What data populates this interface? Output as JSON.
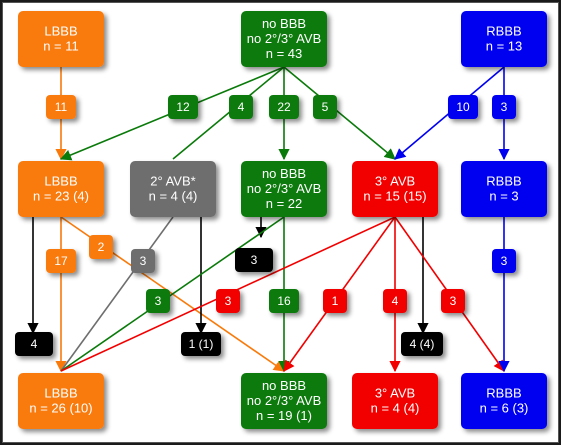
{
  "colors": {
    "orange": "#f97a0a",
    "green": "#0a7a0a",
    "gray": "#6e6e6e",
    "red": "#f20000",
    "blue": "#0000f0",
    "black": "#000000"
  },
  "nodes": [
    {
      "id": "lbbb-top",
      "lines": [
        "LBBB",
        "n = 11"
      ],
      "color": "orange"
    },
    {
      "id": "nobbb-top",
      "lines": [
        "no BBB",
        "no 2°/3° AVB",
        "n = 43"
      ],
      "color": "green"
    },
    {
      "id": "rbbb-top",
      "lines": [
        "RBBB",
        "n = 13"
      ],
      "color": "blue"
    },
    {
      "id": "lbbb-mid",
      "lines": [
        "LBBB",
        "n = 23 (4)"
      ],
      "color": "orange"
    },
    {
      "id": "avb2-mid",
      "lines": [
        "2° AVB*",
        "n = 4 (4)"
      ],
      "color": "gray"
    },
    {
      "id": "nobbb-mid",
      "lines": [
        "no BBB",
        "no 2°/3° AVB",
        "n = 22"
      ],
      "color": "green"
    },
    {
      "id": "avb3-mid",
      "lines": [
        "3° AVB",
        "n = 15 (15)"
      ],
      "color": "red"
    },
    {
      "id": "rbbb-mid",
      "lines": [
        "RBBB",
        "n = 3"
      ],
      "color": "blue"
    },
    {
      "id": "lbbb-bot",
      "lines": [
        "LBBB",
        "n = 26 (10)"
      ],
      "color": "orange"
    },
    {
      "id": "nobbb-bot",
      "lines": [
        "no BBB",
        "no 2°/3° AVB",
        "n = 19 (1)"
      ],
      "color": "green"
    },
    {
      "id": "avb3-bot",
      "lines": [
        "3° AVB",
        "n = 4 (4)"
      ],
      "color": "red"
    },
    {
      "id": "rbbb-bot",
      "lines": [
        "RBBB",
        "n = 6 (3)"
      ],
      "color": "blue"
    }
  ],
  "edges": [
    {
      "id": "e-lbbb-top-lbbb-mid",
      "label": "11",
      "color": "orange"
    },
    {
      "id": "e-nobbb-top-lbbb-mid",
      "label": "12",
      "color": "green"
    },
    {
      "id": "e-nobbb-top-avb2-mid",
      "label": "4",
      "color": "green"
    },
    {
      "id": "e-nobbb-top-nobbb-mid",
      "label": "22",
      "color": "green"
    },
    {
      "id": "e-nobbb-top-avb3-mid",
      "label": "5",
      "color": "green"
    },
    {
      "id": "e-rbbb-top-avb3-mid",
      "label": "10",
      "color": "blue"
    },
    {
      "id": "e-rbbb-top-rbbb-mid",
      "label": "3",
      "color": "blue"
    },
    {
      "id": "e-lbbb-mid-lbbb-bot",
      "label": "17",
      "color": "orange"
    },
    {
      "id": "e-lbbb-mid-nobbb-bot",
      "label": "2",
      "color": "orange"
    },
    {
      "id": "e-lbbb-mid-death",
      "label": "4",
      "color": "black"
    },
    {
      "id": "e-avb2-mid-lbbb-bot",
      "label": "3",
      "color": "gray"
    },
    {
      "id": "e-avb2-mid-death",
      "label": "1 (1)",
      "color": "black"
    },
    {
      "id": "e-nobbb-mid-death",
      "label": "3",
      "color": "black"
    },
    {
      "id": "e-nobbb-mid-lbbb-bot",
      "label": "3",
      "color": "green"
    },
    {
      "id": "e-nobbb-mid-nobbb-bot",
      "label": "16",
      "color": "green"
    },
    {
      "id": "e-avb3-mid-lbbb-bot",
      "label": "3",
      "color": "red"
    },
    {
      "id": "e-avb3-mid-nobbb-bot",
      "label": "1",
      "color": "red"
    },
    {
      "id": "e-avb3-mid-avb3-bot",
      "label": "4",
      "color": "red"
    },
    {
      "id": "e-avb3-mid-death",
      "label": "4 (4)",
      "color": "black"
    },
    {
      "id": "e-avb3-mid-rbbb-bot",
      "label": "3",
      "color": "red"
    },
    {
      "id": "e-rbbb-mid-rbbb-bot",
      "label": "3",
      "color": "blue"
    }
  ]
}
